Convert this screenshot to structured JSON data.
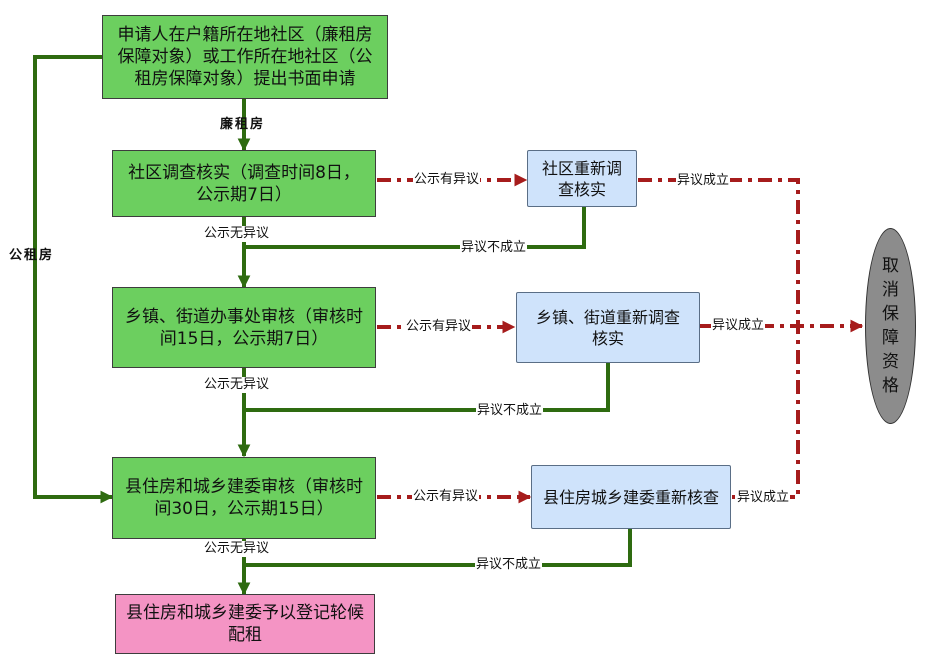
{
  "boxes": {
    "apply": "申请人在户籍所在地社区（廉租房保障对象）或工作所在地社区（公租房保障对象）提出书面申请",
    "community_check": "社区调查核实（调查时间8日，公示期7日）",
    "community_recheck": "社区重新调查核实",
    "town_review": "乡镇、街道办事处审核（审核时间15日，公示期7日）",
    "town_recheck": "乡镇、街道重新调查核实",
    "county_review": "县住房和城乡建委审核（审核时间30日，公示期15日）",
    "county_recheck": "县住房城乡建委重新核查",
    "register": "县住房和城乡建委予以登记轮候配租",
    "cancel": "取消保障资格"
  },
  "labels": {
    "lianzufang": "廉租房",
    "gongzufang": "公租房",
    "objection": "公示有异议",
    "no_objection": "公示无异议",
    "objection_not_upheld": "异议不成立",
    "objection_upheld": "异议成立"
  },
  "colors": {
    "green_fill": "#6ccf5f",
    "green_line": "#2e6b10",
    "blue_fill": "#cfe3fb",
    "pink_fill": "#f494c4",
    "red_dash": "#a61c1c",
    "oval_fill": "#8c8c8c"
  }
}
